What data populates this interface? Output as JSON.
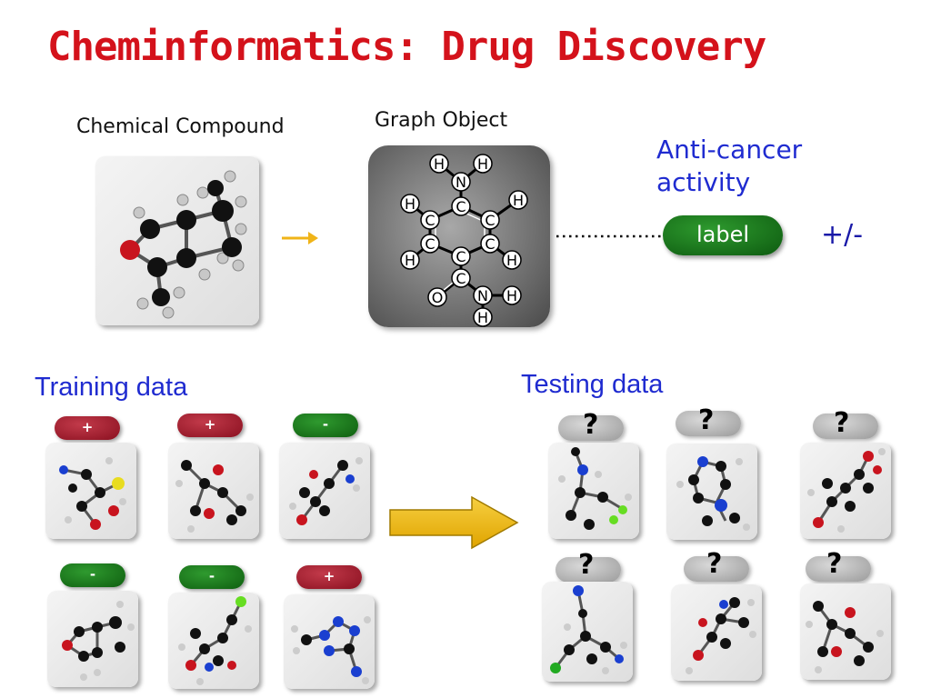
{
  "title": "Cheminformatics: Drug Discovery",
  "captions": {
    "chemical_compound": "Chemical Compound",
    "graph_object": "Graph Object",
    "activity": "Anti-cancer activity",
    "label": "label",
    "sign": "+/-",
    "training": "Training data",
    "testing": "Testing data"
  },
  "graph_atoms": [
    "H",
    "H",
    "N",
    "H",
    "C",
    "C",
    "H",
    "C",
    "C",
    "C",
    "H",
    "H",
    "C",
    "O",
    "N",
    "H",
    "H"
  ],
  "training_labels": [
    "+",
    "+",
    "-",
    "-",
    "-",
    "+"
  ],
  "testing_labels": [
    "?",
    "?",
    "?",
    "?",
    "?",
    "?"
  ],
  "colors": {
    "title": "#d4121b",
    "caption_blue": "#1f2bd0",
    "positive": "#8a1020",
    "negative": "#0f5e10",
    "arrow": "#f0b418"
  }
}
